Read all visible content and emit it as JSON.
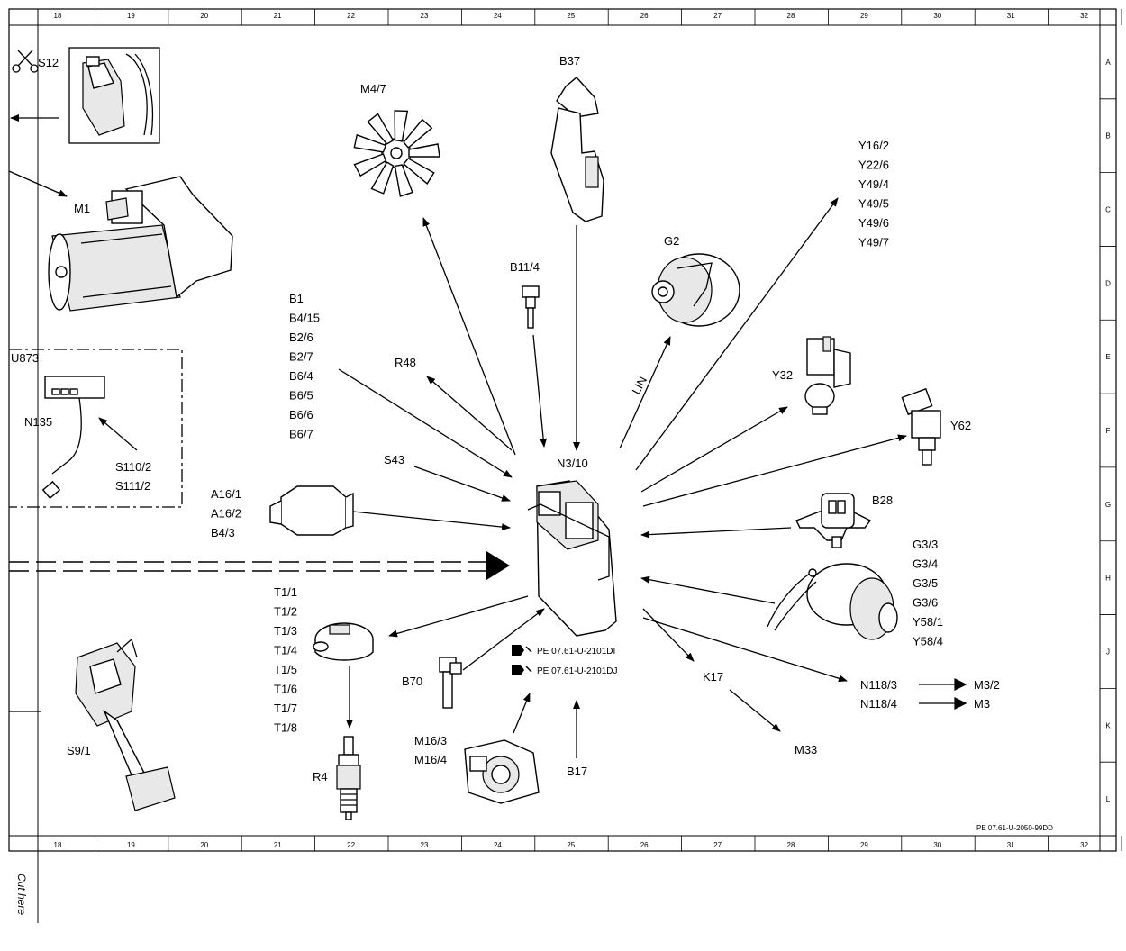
{
  "grid": {
    "columns": [
      "18",
      "19",
      "20",
      "21",
      "22",
      "23",
      "24",
      "25",
      "26",
      "27",
      "28",
      "29",
      "30",
      "31",
      "32"
    ],
    "rows": [
      "A",
      "B",
      "C",
      "D",
      "E",
      "F",
      "G",
      "H",
      "J",
      "K",
      "L"
    ]
  },
  "labels": {
    "s12": "S12",
    "m1": "M1",
    "m47": "M4/7",
    "b37": "B37",
    "g2": "G2",
    "b114": "B11/4",
    "u873": "U873",
    "n135": "N135",
    "s1102": "S110/2",
    "s1112": "S111/2",
    "b1_group": [
      "B1",
      "B4/15",
      "B2/6",
      "B2/7",
      "B6/4",
      "B6/5",
      "B6/6",
      "B6/7"
    ],
    "r48": "R48",
    "s43": "S43",
    "n310": "N3/10",
    "lin": "LIN",
    "y_group": [
      "Y16/2",
      "Y22/6",
      "Y49/4",
      "Y49/5",
      "Y49/6",
      "Y49/7"
    ],
    "y32": "Y32",
    "y62": "Y62",
    "a16_group": [
      "A16/1",
      "A16/2",
      "B4/3"
    ],
    "b28": "B28",
    "g3_group": [
      "G3/3",
      "G3/4",
      "G3/5",
      "G3/6",
      "Y58/1",
      "Y58/4"
    ],
    "t1_group": [
      "T1/1",
      "T1/2",
      "T1/3",
      "T1/4",
      "T1/5",
      "T1/6",
      "T1/7",
      "T1/8"
    ],
    "b70": "B70",
    "ref1": "PE 07.61-U-2101DI",
    "ref2": "PE 07.61-U-2101DJ",
    "k17": "K17",
    "n1183": "N118/3",
    "n1184": "N118/4",
    "m32": "M3/2",
    "m3": "M3",
    "s91": "S9/1",
    "r4": "R4",
    "m163": "M16/3",
    "m164": "M16/4",
    "b17": "B17",
    "m33": "M33",
    "doc_ref": "PE 07.61-U-2050-99DD",
    "cut_here": "Cut here"
  },
  "icons": [
    "scissors-icon",
    "arrow-icon",
    "book-ref-icon"
  ]
}
